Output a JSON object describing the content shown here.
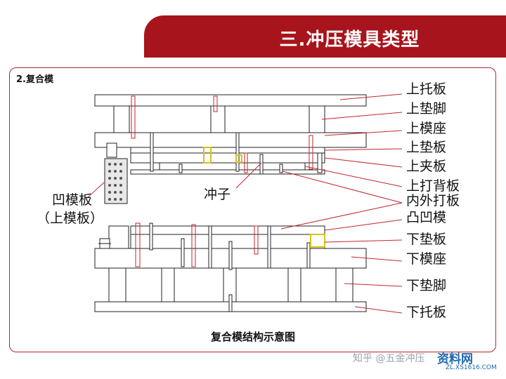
{
  "header": {
    "title": "三.冲压模具类型"
  },
  "section": {
    "label": "2.复合模"
  },
  "caption": "复合模结构示意图",
  "colors": {
    "banner": "#a8141b",
    "frame": "#b3262c",
    "leader": "#c0262d",
    "part_outline": "#222222"
  },
  "labels": {
    "upper_support_plate": "上托板",
    "upper_spacer_foot": "上垫脚",
    "upper_die_seat": "上模座",
    "upper_backing_plate": "上垫板",
    "upper_clamp_plate": "上夹板",
    "upper_knockout_back_plate": "上打背板",
    "inner_outer_knockout": "内外打板",
    "punch_die": "凸凹模",
    "lower_backing_plate": "下垫板",
    "lower_die_seat": "下模座",
    "lower_spacer_foot": "下垫脚",
    "lower_support_plate": "下托板",
    "die_plate": "凹模板",
    "die_plate_note": "（上模板）",
    "punch": "冲子"
  },
  "watermark": {
    "text": "知乎 @五金冲压",
    "site": "资料网",
    "url": "ZL.XS1616.COM"
  }
}
